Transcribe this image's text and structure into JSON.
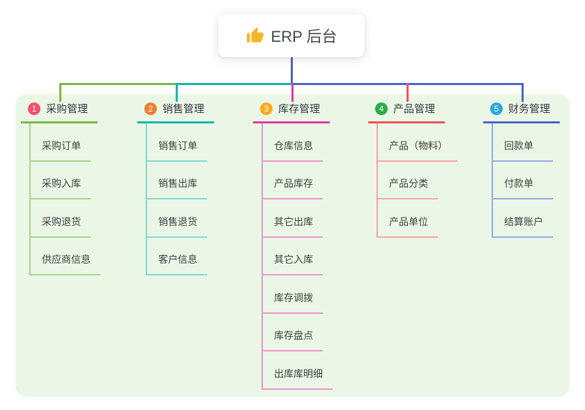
{
  "root": {
    "label": "ERP 后台",
    "icon": "thumbs-up-icon",
    "icon_color": "#f5b729",
    "stem_color": "#4f5fc5"
  },
  "canvas": {
    "background": "#ffffff",
    "panel_color": "#eaf7e6"
  },
  "branches": [
    {
      "num": "1",
      "label": "采购管理",
      "badge_color": "#f4506b",
      "line_color": "#7cb93f",
      "child_line_color": "#a9d488",
      "children": [
        "采购订单",
        "采购入库",
        "采购退货",
        "供应商信息"
      ]
    },
    {
      "num": "2",
      "label": "销售管理",
      "badge_color": "#f07d34",
      "line_color": "#16b6ab",
      "child_line_color": "#82d8d0",
      "children": [
        "销售订单",
        "销售出库",
        "销售退货",
        "客户信息"
      ]
    },
    {
      "num": "3",
      "label": "库存管理",
      "badge_color": "#ffaa1d",
      "line_color": "#dc3ba4",
      "child_line_color": "#f093ce",
      "children": [
        "仓库信息",
        "产品库存",
        "其它出库",
        "其它入库",
        "库存调拨",
        "库存盘点",
        "出库库明细"
      ]
    },
    {
      "num": "4",
      "label": "产品管理",
      "badge_color": "#2bab4a",
      "line_color": "#f25159",
      "child_line_color": "#f9a3a6",
      "children": [
        "产品（物料）",
        "产品分类",
        "产品单位"
      ]
    },
    {
      "num": "5",
      "label": "财务管理",
      "badge_color": "#2ca7e0",
      "line_color": "#4b64c6",
      "child_line_color": "#97a9e2",
      "children": [
        "回款单",
        "付款单",
        "结算账户"
      ]
    }
  ]
}
